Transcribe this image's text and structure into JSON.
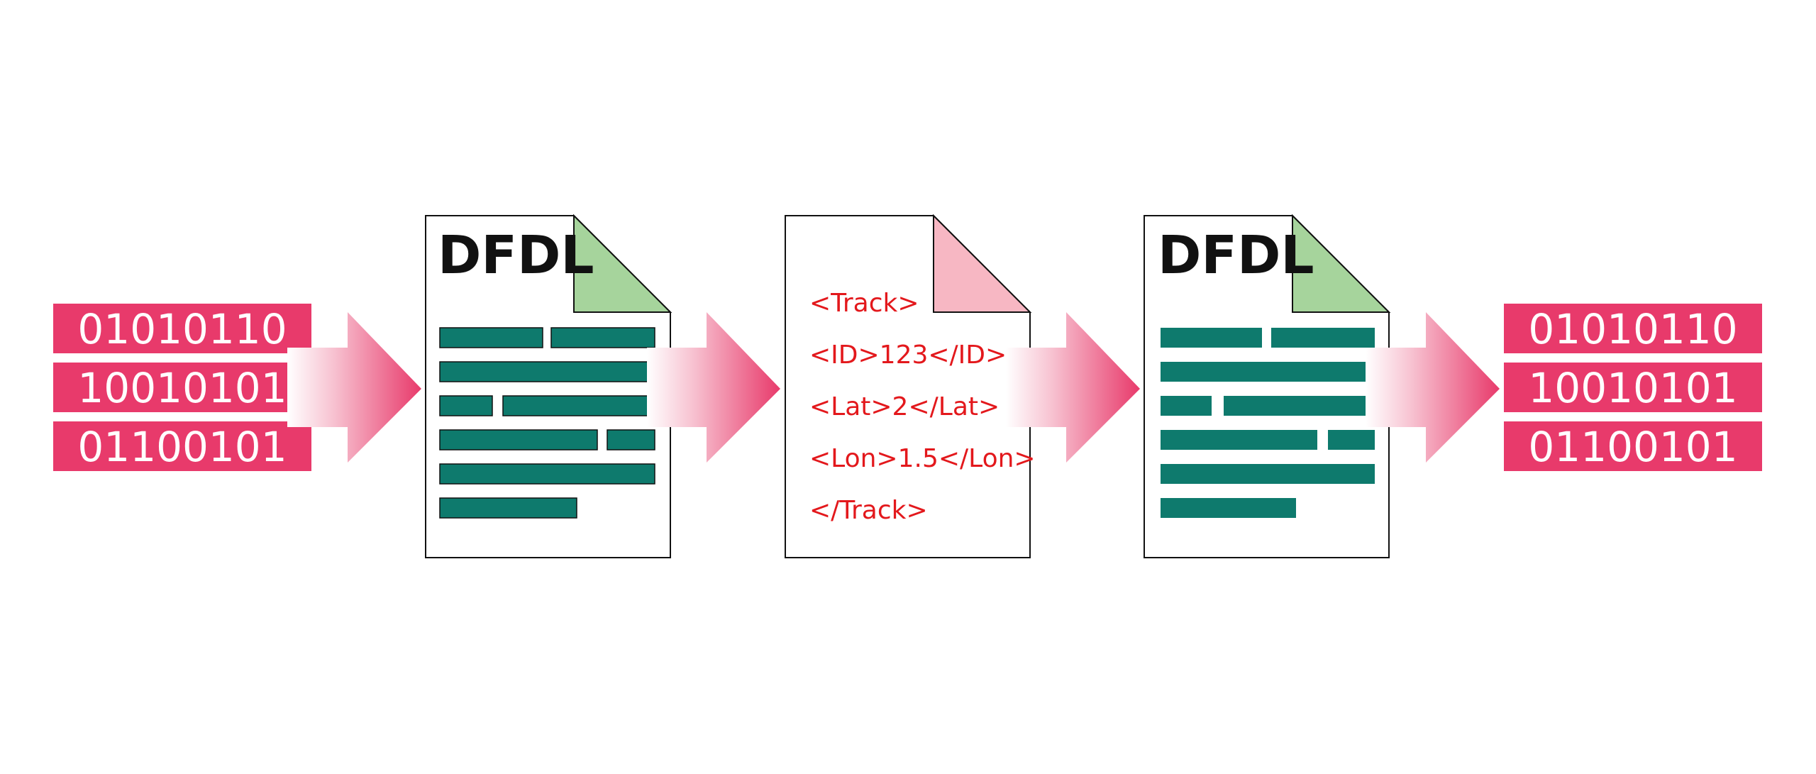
{
  "colors": {
    "pink": "#e83a6b",
    "pink_light": "#f7c1d0",
    "teal": "#0e7a6d",
    "green_fold": "#a6d49c",
    "pink_fold": "#f7b7c3",
    "xml_red": "#e3181c",
    "outline": "#111111"
  },
  "input_binary": {
    "rows": [
      "01010110",
      "10010101",
      "01100101"
    ]
  },
  "output_binary": {
    "rows": [
      "01010110",
      "10010101",
      "01100101"
    ]
  },
  "schema_doc_left": {
    "title": "DFDL",
    "fold_color": "green",
    "icon": "text-lines"
  },
  "xml_doc": {
    "lines": [
      "<Track>",
      "<ID>123</ID>",
      "<Lat>2</Lat>",
      "<Lon>1.5</Lon>",
      "</Track>"
    ],
    "fold_color": "pink"
  },
  "schema_doc_right": {
    "title": "DFDL",
    "fold_color": "green",
    "icon": "text-lines"
  },
  "arrows": [
    "right-arrow",
    "right-arrow",
    "right-arrow",
    "right-arrow"
  ]
}
